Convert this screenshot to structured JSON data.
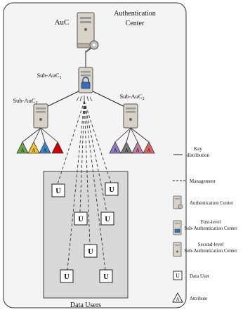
{
  "diagram": {
    "auth_center_label_line1": "Authentication",
    "auth_center_label_line2": "Center",
    "auc_label": "AuC",
    "sub_auc_1_label": "Sub-AuC",
    "sub_auc_1_subscript": "1",
    "sub_auc_2a_label": "Sub-AuC",
    "sub_auc_2a_subscript": "2",
    "sub_auc_2b_label": "Sub-AuC",
    "sub_auc_2b_subscript": "2",
    "data_users_label": "Data Users",
    "user_glyph": "U",
    "attribute_glyph": "A"
  },
  "legend": {
    "key_distribution_line1": "Key",
    "key_distribution_line2": "distribution",
    "management": "Management",
    "authentication_center": "Authentication Center",
    "first_level_line1": "First-level",
    "first_level_line2": "Sub-Authentication Center",
    "second_level_line1": "Second-level",
    "second_level_line2": "Sub-Authentication Center",
    "data_user": "Data User",
    "attribute": "Attribute"
  },
  "colors": {
    "center_bg": "#f4f4f4",
    "users_bg": "#d8d8d8",
    "attr_left": [
      "#6aa84f",
      "#f1c232",
      "#3d85c6",
      "#cc0000"
    ],
    "attr_right": [
      "#8e7cc3",
      "#777777",
      "#c27ba0",
      "#e06666"
    ]
  }
}
